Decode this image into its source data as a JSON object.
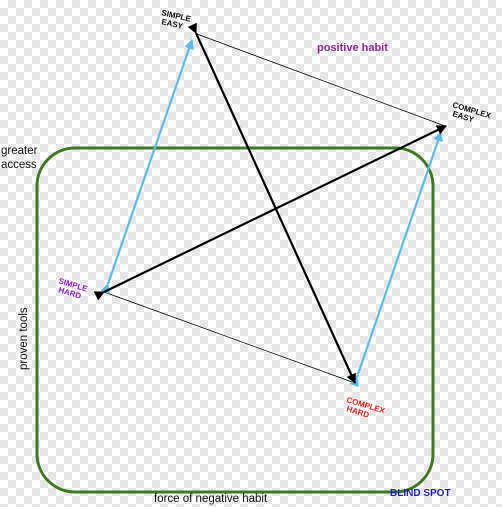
{
  "colors": {
    "frame": "#3f7a22",
    "black_arrow": "#000000",
    "blue_arrow": "#5bbce8",
    "thin_line": "#000000",
    "positive_habit": "#8a2a8f",
    "simple_hard": "#8a1fc4",
    "complex_hard": "#d9261c",
    "blind_spot": "#1e1eb4",
    "default_text": "#111111"
  },
  "labels": {
    "simple_easy_1": "SIMPLE",
    "simple_easy_2": "EASY",
    "complex_easy_1": "COMPLEX",
    "complex_easy_2": "EASY",
    "simple_hard_1": "SIMPLE",
    "simple_hard_2": "HARD",
    "complex_hard_1": "COMPLEX",
    "complex_hard_2": "HARD",
    "positive_habit": "positive habit",
    "greater_access_1": "greater",
    "greater_access_2": "access",
    "proven_tools": "proven tools",
    "negative_habit": "force of negative habit",
    "blind_spot": "BLIND SPOT"
  },
  "icons": {
    "arrowhead": "arrowhead-icon"
  }
}
